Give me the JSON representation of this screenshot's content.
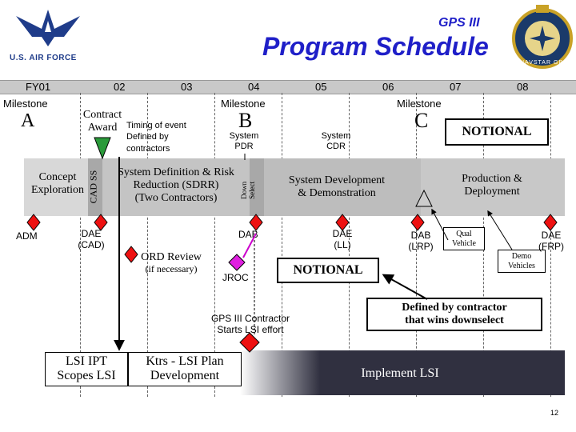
{
  "header": {
    "subtitle": "GPS III",
    "title": "Program Schedule",
    "org": "U.S. AIR FORCE",
    "patch_text": "NAVSTAR GPS"
  },
  "timeline": {
    "years": [
      "FY01",
      "02",
      "03",
      "04",
      "05",
      "06",
      "07",
      "08"
    ]
  },
  "milestones": {
    "label_left": "Milestone",
    "label_b": "Milestone",
    "label_c": "Milestone",
    "a": "A",
    "b": "B",
    "c": "C"
  },
  "events": {
    "contract_award_1": "Contract",
    "contract_award_2": "Award",
    "timing_1": "Timing of event",
    "timing_2": "Defined by",
    "timing_3": "contractors",
    "system_pdr_1": "System",
    "system_pdr_2": "PDR",
    "system_cdr_1": "System",
    "system_cdr_2": "CDR",
    "notional_top": "NOTIONAL"
  },
  "phases": {
    "concept_1": "Concept",
    "concept_2": "Exploration",
    "cad_ss": "CAD SS",
    "sdrr_1": "System Definition & Risk",
    "sdrr_2": "Reduction (SDRR)",
    "sdrr_3": "(Two Contractors)",
    "down_select_1": "Down",
    "down_select_2": "Select",
    "sdd_1": "System Development",
    "sdd_2": "& Demonstration",
    "prod_1": "Production &",
    "prod_2": "Deployment"
  },
  "reviews": {
    "adm": "ADM",
    "dae_cad_1": "DAE",
    "dae_cad_2": "(CAD)",
    "ord_1": "ORD Review",
    "ord_2": "(if necessary)",
    "jroc": "JROC",
    "dab": "DAB",
    "dae_ll_1": "DAE",
    "dae_ll_2": "(LL)",
    "dab_lrp_1": "DAB",
    "dab_lrp_2": "(LRP)",
    "qual_1": "Qual",
    "qual_2": "Vehicle",
    "demo_1": "Demo",
    "demo_2": "Vehicles",
    "dae_frp_1": "DAE",
    "dae_frp_2": "(FRP)",
    "notional_mid": "NOTIONAL"
  },
  "lsi": {
    "gps_contractor_1": "GPS III Contractor",
    "gps_contractor_2": "Starts LSI effort",
    "defined_1": "Defined by contractor",
    "defined_2": "that wins downselect",
    "ipt_1": "LSI IPT",
    "ipt_2": "Scopes LSI",
    "ktrs_1": "Ktrs - LSI Plan",
    "ktrs_2": "Development",
    "implement": "Implement LSI"
  },
  "page_number": "12",
  "colors": {
    "title_blue": "#1f1fc8",
    "band_gray": "#b4b4b4",
    "arrow_magenta": "#cc00cc",
    "jroc_magenta": "#e020e0",
    "diamond_red": "#ee1111",
    "triangle_green": "#2a9a3a",
    "lsi_bar": "#303040"
  }
}
